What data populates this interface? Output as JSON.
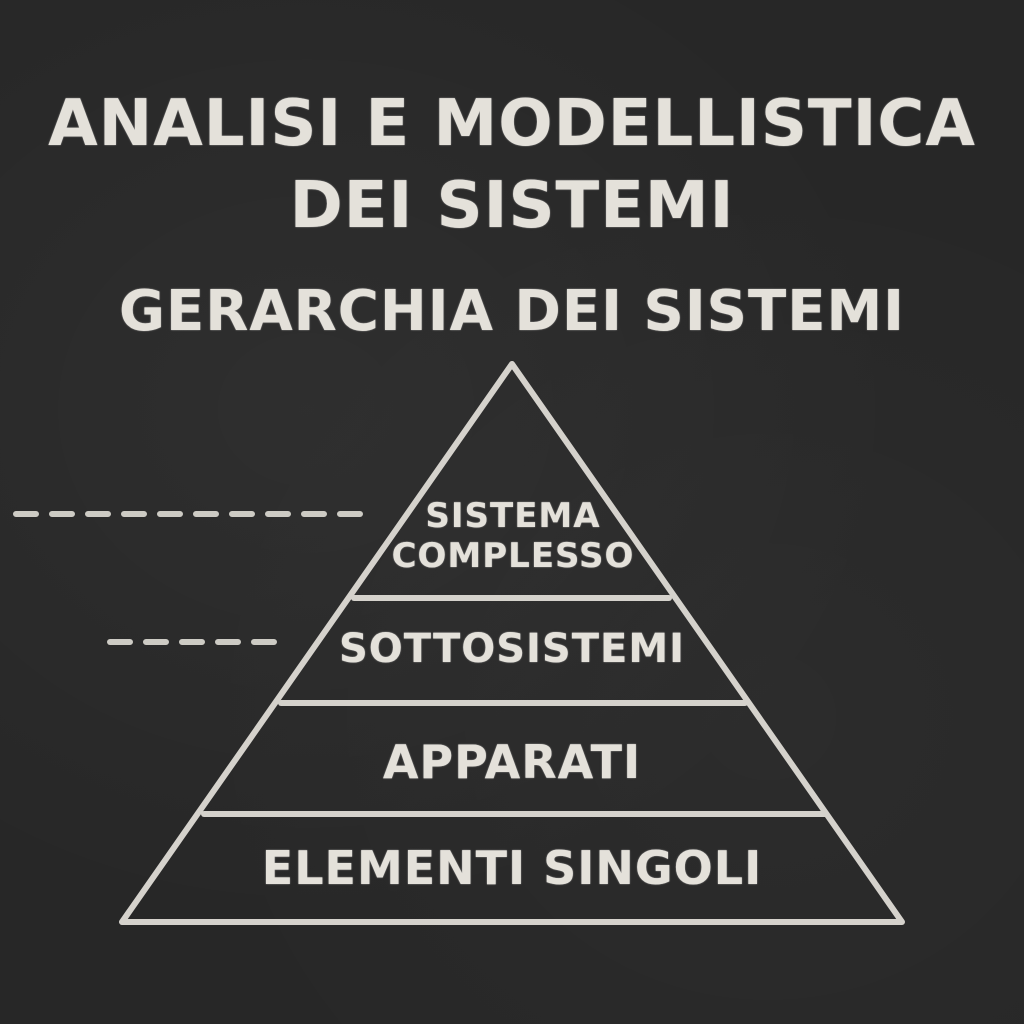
{
  "header": {
    "title_line_1": "ANALISI E MODELLISTICA",
    "title_line_2": "DEI SISTEMI",
    "subtitle": "GERARCHIA DEI SISTEMI"
  },
  "pyramid": {
    "levels": [
      {
        "label_line_1": "SISTEMA",
        "label_line_2": "COMPLESSO"
      },
      {
        "label": "SOTTOSISTEMI"
      },
      {
        "label": "APPARATI"
      },
      {
        "label": "ELEMENTI SINGOLI"
      }
    ]
  },
  "colors": {
    "board": "#272727",
    "chalk": "#e4e1da"
  }
}
